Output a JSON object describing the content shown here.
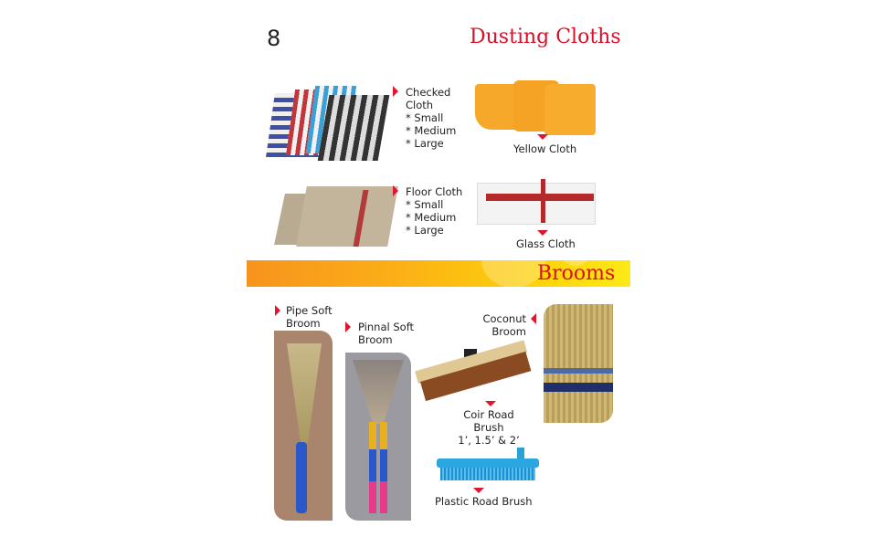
{
  "page_number": "8",
  "dusting": {
    "title": "Dusting Cloths",
    "checked": {
      "name_1": "Checked",
      "name_2": "Cloth",
      "sizes": [
        "* Small",
        "* Medium",
        "* Large"
      ]
    },
    "yellow": {
      "name": "Yellow Cloth"
    },
    "floor": {
      "name": "Floor Cloth",
      "sizes": [
        "* Small",
        "* Medium",
        "* Large"
      ]
    },
    "glass": {
      "name": "Glass Cloth"
    }
  },
  "brooms": {
    "title": "Brooms",
    "pipe": {
      "name_1": "Pipe Soft",
      "name_2": "Broom"
    },
    "pinnal": {
      "name_1": "Pinnal Soft",
      "name_2": "Broom"
    },
    "coconut": {
      "name_1": "Coconut",
      "name_2": "Broom"
    },
    "coir": {
      "name": "Coir Road Brush",
      "sizes": "1’, 1.5’ & 2’"
    },
    "plastic": {
      "name": "Plastic Road Brush"
    }
  },
  "colors": {
    "accent": "#d8102a"
  }
}
